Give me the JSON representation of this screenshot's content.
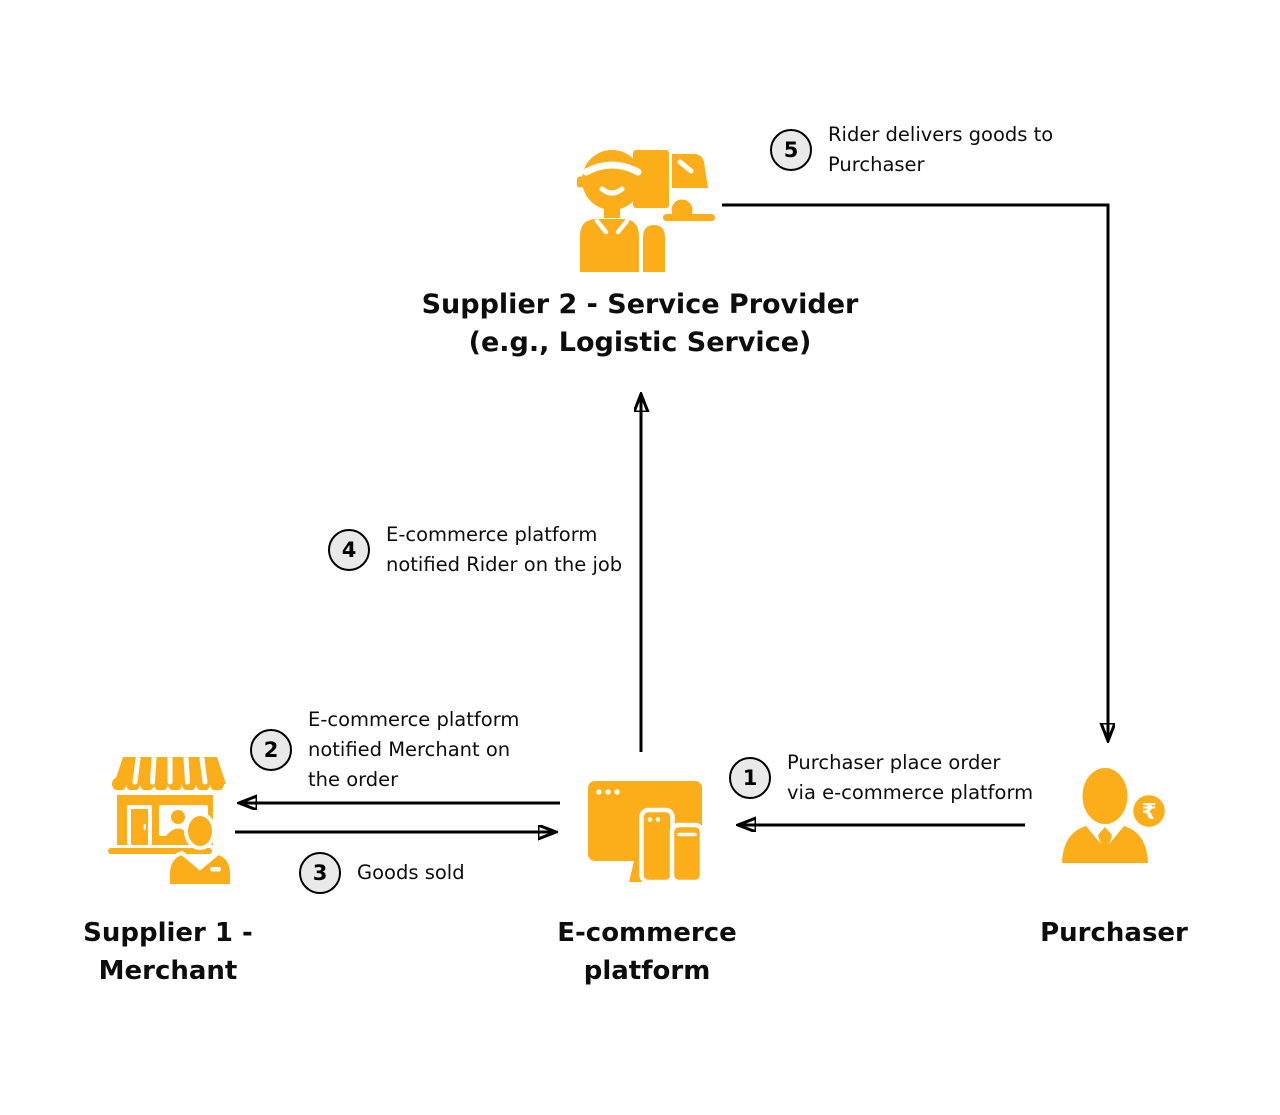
{
  "colors": {
    "accent": "#FBAD1A",
    "arrow": "#000000",
    "badge_bg": "#E9E9E9",
    "text": "#0D0D0D"
  },
  "nodes": {
    "supplier2": {
      "icon": "delivery-rider-truck-icon",
      "title_line1": "Supplier 2 - Service Provider",
      "title_line2": "(e.g., Logistic Service)"
    },
    "supplier1": {
      "icon": "storefront-merchant-icon",
      "title_line1": "Supplier 1 -",
      "title_line2": "Merchant"
    },
    "ecommerce": {
      "icon": "ecommerce-devices-icon",
      "title_line1": "E-commerce",
      "title_line2": "platform"
    },
    "purchaser": {
      "icon": "businessman-rupee-icon",
      "title": "Purchaser",
      "badge_symbol": "₹"
    }
  },
  "steps": {
    "s1": {
      "number": "1",
      "lines": [
        "Purchaser place order",
        "via e-commerce platform"
      ]
    },
    "s2": {
      "number": "2",
      "lines": [
        "E-commerce platform",
        "notified Merchant on",
        "the order"
      ]
    },
    "s3": {
      "number": "3",
      "lines": [
        "Goods sold"
      ]
    },
    "s4": {
      "number": "4",
      "lines": [
        "E-commerce platform",
        "notified Rider on the job"
      ]
    },
    "s5": {
      "number": "5",
      "lines": [
        "Rider delivers goods to",
        "Purchaser"
      ]
    }
  }
}
